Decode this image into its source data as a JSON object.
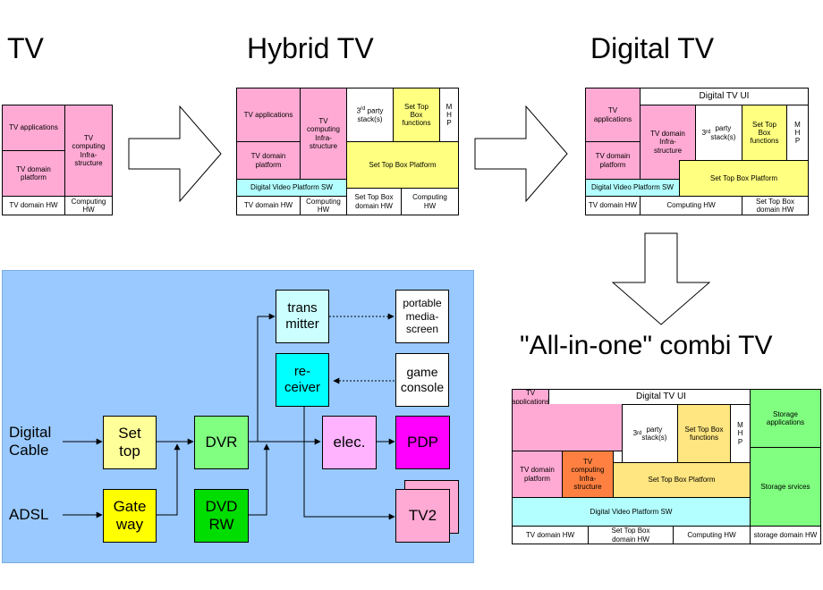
{
  "titles": {
    "tv": "TV",
    "hybrid": "Hybrid TV",
    "digital": "Digital TV",
    "combi": "\"All-in-one\" combi TV"
  },
  "tv": {
    "apps": "TV applications",
    "platform": "TV domain\nplatform",
    "infra": "TV\ncomputing\nInfra-\nstructure",
    "hw": "TV domain HW",
    "computing_hw": "Computing\nHW"
  },
  "hybrid": {
    "apps": "TV applications",
    "infra": "TV\ncomputing\nInfra-\nstructure",
    "third_party": "3rd party\nstack(s)",
    "stb_functions": "Set Top\nBox\nfunctions",
    "mhp": "M\nH\nP",
    "platform": "TV domain\nplatform",
    "stb_platform": "Set Top Box Platform",
    "dvp": "Digital Video Platform SW",
    "hw": "TV domain HW",
    "computing_hw": "Computing\nHW",
    "stb_hw": "Set Top Box\ndomain HW",
    "computing_hw2": "Computing\nHW"
  },
  "digital": {
    "ui": "Digital TV UI",
    "apps": "TV\napplications",
    "infra": "TV domain\nInfra-\nstructure",
    "third_party": "3rd party\nstack(s)",
    "stb_functions": "Set Top\nBox\nfunctions",
    "mhp": "M\nH\nP",
    "platform": "TV domain\nplatform",
    "stb_platform": "Set Top Box Platform",
    "dvp": "Digital Video Platform SW",
    "hw": "TV domain HW",
    "computing_hw": "Computing HW",
    "stb_hw": "Set Top Box\ndomain HW"
  },
  "combi": {
    "ui": "Digital TV UI",
    "apps": "TV applications",
    "third_party": "3rd party\nstack(s)",
    "stb_functions": "Set Top Box\nfunctions",
    "mhp": "M\nH\nP",
    "storage_apps": "Storage\napplications",
    "platform": "TV domain\nplatform",
    "infra": "TV\ncomputing\nInfra-\nstructure",
    "stb_platform": "Set Top Box Platform",
    "storage_services": "Storage srvices",
    "dvp": "Digital Video Platform SW",
    "hw": "TV domain HW",
    "stb_hw": "Set Top Box\ndomain HW",
    "computing_hw": "Computing HW",
    "storage_hw": "storage domain HW"
  },
  "network": {
    "digital_cable": "Digital\nCable",
    "adsl": "ADSL",
    "set_top": "Set\ntop",
    "gateway": "Gate\nway",
    "dvr": "DVR",
    "dvd": "DVD\nRW",
    "transmitter": "trans\nmitter",
    "receiver": "re-\nceiver",
    "portable": "portable\nmedia-\nscreen",
    "game": "game\nconsole",
    "elec": "elec.",
    "pdp": "PDP",
    "tv2": "TV2"
  },
  "colors": {
    "pink": "#ffaad4",
    "cyan": "#b3ffff",
    "yellow": "#ffff80",
    "light_yellow": "#ffe680",
    "orange": "#ff8040",
    "green": "#80ff80",
    "background_blue": "#99c9ff",
    "dvr_green": "#80ff80",
    "dvd_green": "#00dd00",
    "set_top_yellow": "#ffff99",
    "gateway_yellow": "#ffff00",
    "transmitter_cyan": "#ccffff",
    "receiver_cyan": "#00ffff",
    "elec_pink": "#ffb3ff",
    "pdp_magenta": "#ff00ff",
    "tv2_pink": "#ffaad4"
  }
}
